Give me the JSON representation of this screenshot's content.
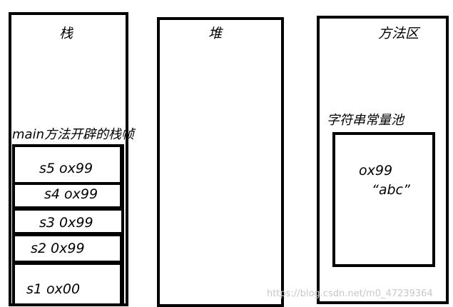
{
  "stack": {
    "title": "栈",
    "frame_label": "main方法开辟的栈帧",
    "slots": [
      "s5  ox99",
      "s4 ox99",
      "s3 0x99",
      "s2 0x99",
      "s1  ox00"
    ]
  },
  "heap": {
    "title": "堆"
  },
  "method_area": {
    "title": "方法区",
    "pool_label": "字符串常量池",
    "pool_address": "ox99",
    "pool_value": "“abc”"
  },
  "watermark": "https://blog.csdn.net/m0_47239364"
}
